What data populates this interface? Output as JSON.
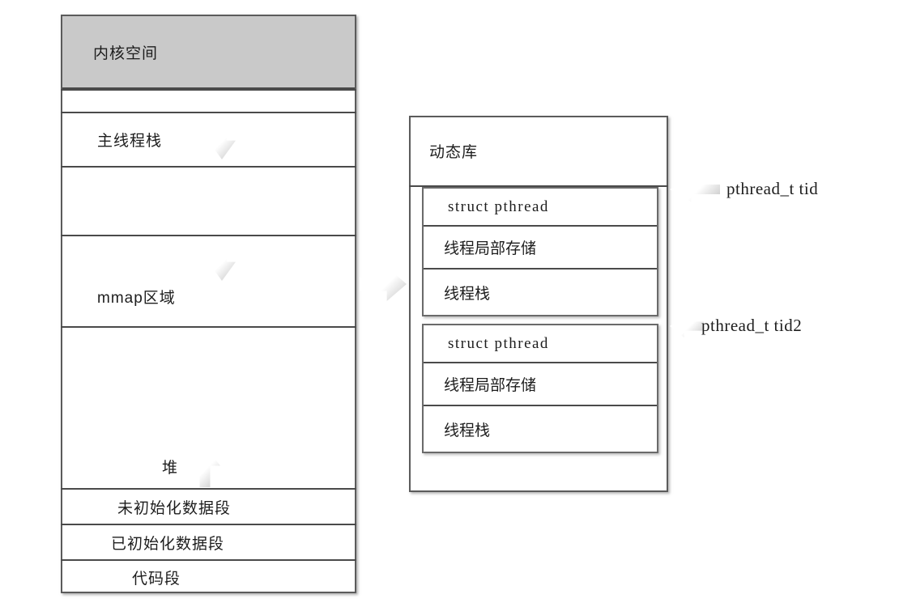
{
  "diagram": {
    "title": "Linux process memory layout with pthread threads",
    "colors": {
      "kernel_fill": "#c9c9c9",
      "box_border": "#5b5b5b",
      "divider": "#4a4a4a",
      "text": "#1d1d1d",
      "page_background": "#ffffff"
    }
  },
  "process_memory": {
    "name": "process-address-space",
    "segments": [
      {
        "id": "kernel-space",
        "label": "内核空间",
        "shaded": true
      },
      {
        "id": "gap-1",
        "label": "",
        "shaded": false
      },
      {
        "id": "main-thread-stack",
        "label": "主线程栈",
        "shaded": false
      },
      {
        "id": "gap-2",
        "label": "",
        "shaded": false
      },
      {
        "id": "mmap-region",
        "label": "mmap区域",
        "shaded": false
      },
      {
        "id": "heap",
        "label": "堆",
        "shaded": false
      },
      {
        "id": "bss-segment",
        "label": "未初始化数据段",
        "shaded": false
      },
      {
        "id": "data-segment",
        "label": "已初始化数据段",
        "shaded": false
      },
      {
        "id": "text-segment",
        "label": "代码段",
        "shaded": false
      }
    ],
    "growth_arrows": [
      {
        "id": "main-stack-growth-arrow",
        "direction": "down",
        "near": "主线程栈"
      },
      {
        "id": "mmap-growth-arrow",
        "direction": "down",
        "near": "mmap区域"
      },
      {
        "id": "heap-growth-arrow",
        "direction": "up",
        "near": "堆"
      }
    ]
  },
  "connector": {
    "id": "mmap-to-library-arrow",
    "direction": "right"
  },
  "dynamic_library": {
    "title": "动态库",
    "threads": [
      {
        "id": "thread-1",
        "rows": [
          {
            "id": "struct-pthread",
            "label": "struct pthread",
            "mono": true
          },
          {
            "id": "thread-local-storage",
            "label": "线程局部存储",
            "mono": false
          },
          {
            "id": "thread-stack",
            "label": "线程栈",
            "mono": false
          }
        ],
        "handle": {
          "id": "tid-handle-1",
          "label": "pthread_t tid",
          "arrow": "left"
        }
      },
      {
        "id": "thread-2",
        "rows": [
          {
            "id": "struct-pthread",
            "label": "struct pthread",
            "mono": true
          },
          {
            "id": "thread-local-storage",
            "label": "线程局部存储",
            "mono": false
          },
          {
            "id": "thread-stack",
            "label": "线程栈",
            "mono": false
          }
        ],
        "handle": {
          "id": "tid-handle-2",
          "label": "pthread_t tid2",
          "arrow": "left"
        }
      }
    ]
  }
}
